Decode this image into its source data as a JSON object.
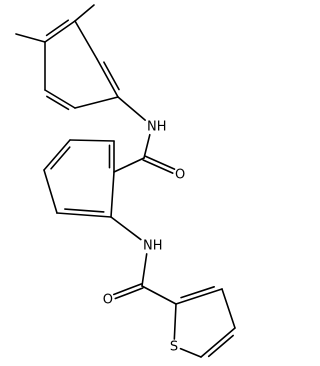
{
  "molecule": {
    "atoms": [
      {
        "id": "c1",
        "element": "C"
      },
      {
        "id": "c2",
        "element": "C"
      },
      {
        "id": "c3",
        "element": "C"
      },
      {
        "id": "c4",
        "element": "C"
      },
      {
        "id": "c5",
        "element": "C"
      },
      {
        "id": "c6",
        "element": "C"
      },
      {
        "id": "me3",
        "element": "C"
      },
      {
        "id": "me4",
        "element": "C"
      },
      {
        "id": "n1",
        "element": "N",
        "label": "NH"
      },
      {
        "id": "c7",
        "element": "C"
      },
      {
        "id": "o1",
        "element": "O",
        "label": "O"
      },
      {
        "id": "c8",
        "element": "C"
      },
      {
        "id": "c9",
        "element": "C"
      },
      {
        "id": "c10",
        "element": "C"
      },
      {
        "id": "c11",
        "element": "C"
      },
      {
        "id": "c12",
        "element": "C"
      },
      {
        "id": "c13",
        "element": "C"
      },
      {
        "id": "n2",
        "element": "N",
        "label": "NH"
      },
      {
        "id": "c14",
        "element": "C"
      },
      {
        "id": "o2",
        "element": "O",
        "label": "O"
      },
      {
        "id": "c15",
        "element": "C"
      },
      {
        "id": "c16",
        "element": "C"
      },
      {
        "id": "c17",
        "element": "C"
      },
      {
        "id": "c18",
        "element": "C"
      },
      {
        "id": "s1",
        "element": "S",
        "label": "S"
      }
    ],
    "bonds": [
      {
        "a": "c1",
        "b": "c2",
        "order": 2
      },
      {
        "a": "c2",
        "b": "c3",
        "order": 1
      },
      {
        "a": "c3",
        "b": "c4",
        "order": 2
      },
      {
        "a": "c4",
        "b": "c5",
        "order": 1
      },
      {
        "a": "c5",
        "b": "c6",
        "order": 2
      },
      {
        "a": "c6",
        "b": "c1",
        "order": 1
      },
      {
        "a": "c3",
        "b": "me3",
        "order": 1
      },
      {
        "a": "c4",
        "b": "me4",
        "order": 1
      },
      {
        "a": "c1",
        "b": "n1",
        "order": 1
      },
      {
        "a": "n1",
        "b": "c7",
        "order": 1
      },
      {
        "a": "c7",
        "b": "o1",
        "order": 2
      },
      {
        "a": "c7",
        "b": "c8",
        "order": 1
      },
      {
        "a": "c8",
        "b": "c9",
        "order": 2
      },
      {
        "a": "c9",
        "b": "c10",
        "order": 1
      },
      {
        "a": "c10",
        "b": "c11",
        "order": 2
      },
      {
        "a": "c11",
        "b": "c12",
        "order": 1
      },
      {
        "a": "c12",
        "b": "c13",
        "order": 2
      },
      {
        "a": "c13",
        "b": "c8",
        "order": 1
      },
      {
        "a": "c13",
        "b": "n2",
        "order": 1
      },
      {
        "a": "n2",
        "b": "c14",
        "order": 1
      },
      {
        "a": "c14",
        "b": "o2",
        "order": 2
      },
      {
        "a": "c14",
        "b": "c15",
        "order": 1
      },
      {
        "a": "c15",
        "b": "c16",
        "order": 2
      },
      {
        "a": "c16",
        "b": "c17",
        "order": 1
      },
      {
        "a": "c17",
        "b": "c18",
        "order": 2
      },
      {
        "a": "c18",
        "b": "s1",
        "order": 1
      },
      {
        "a": "s1",
        "b": "c15",
        "order": 1
      }
    ]
  }
}
